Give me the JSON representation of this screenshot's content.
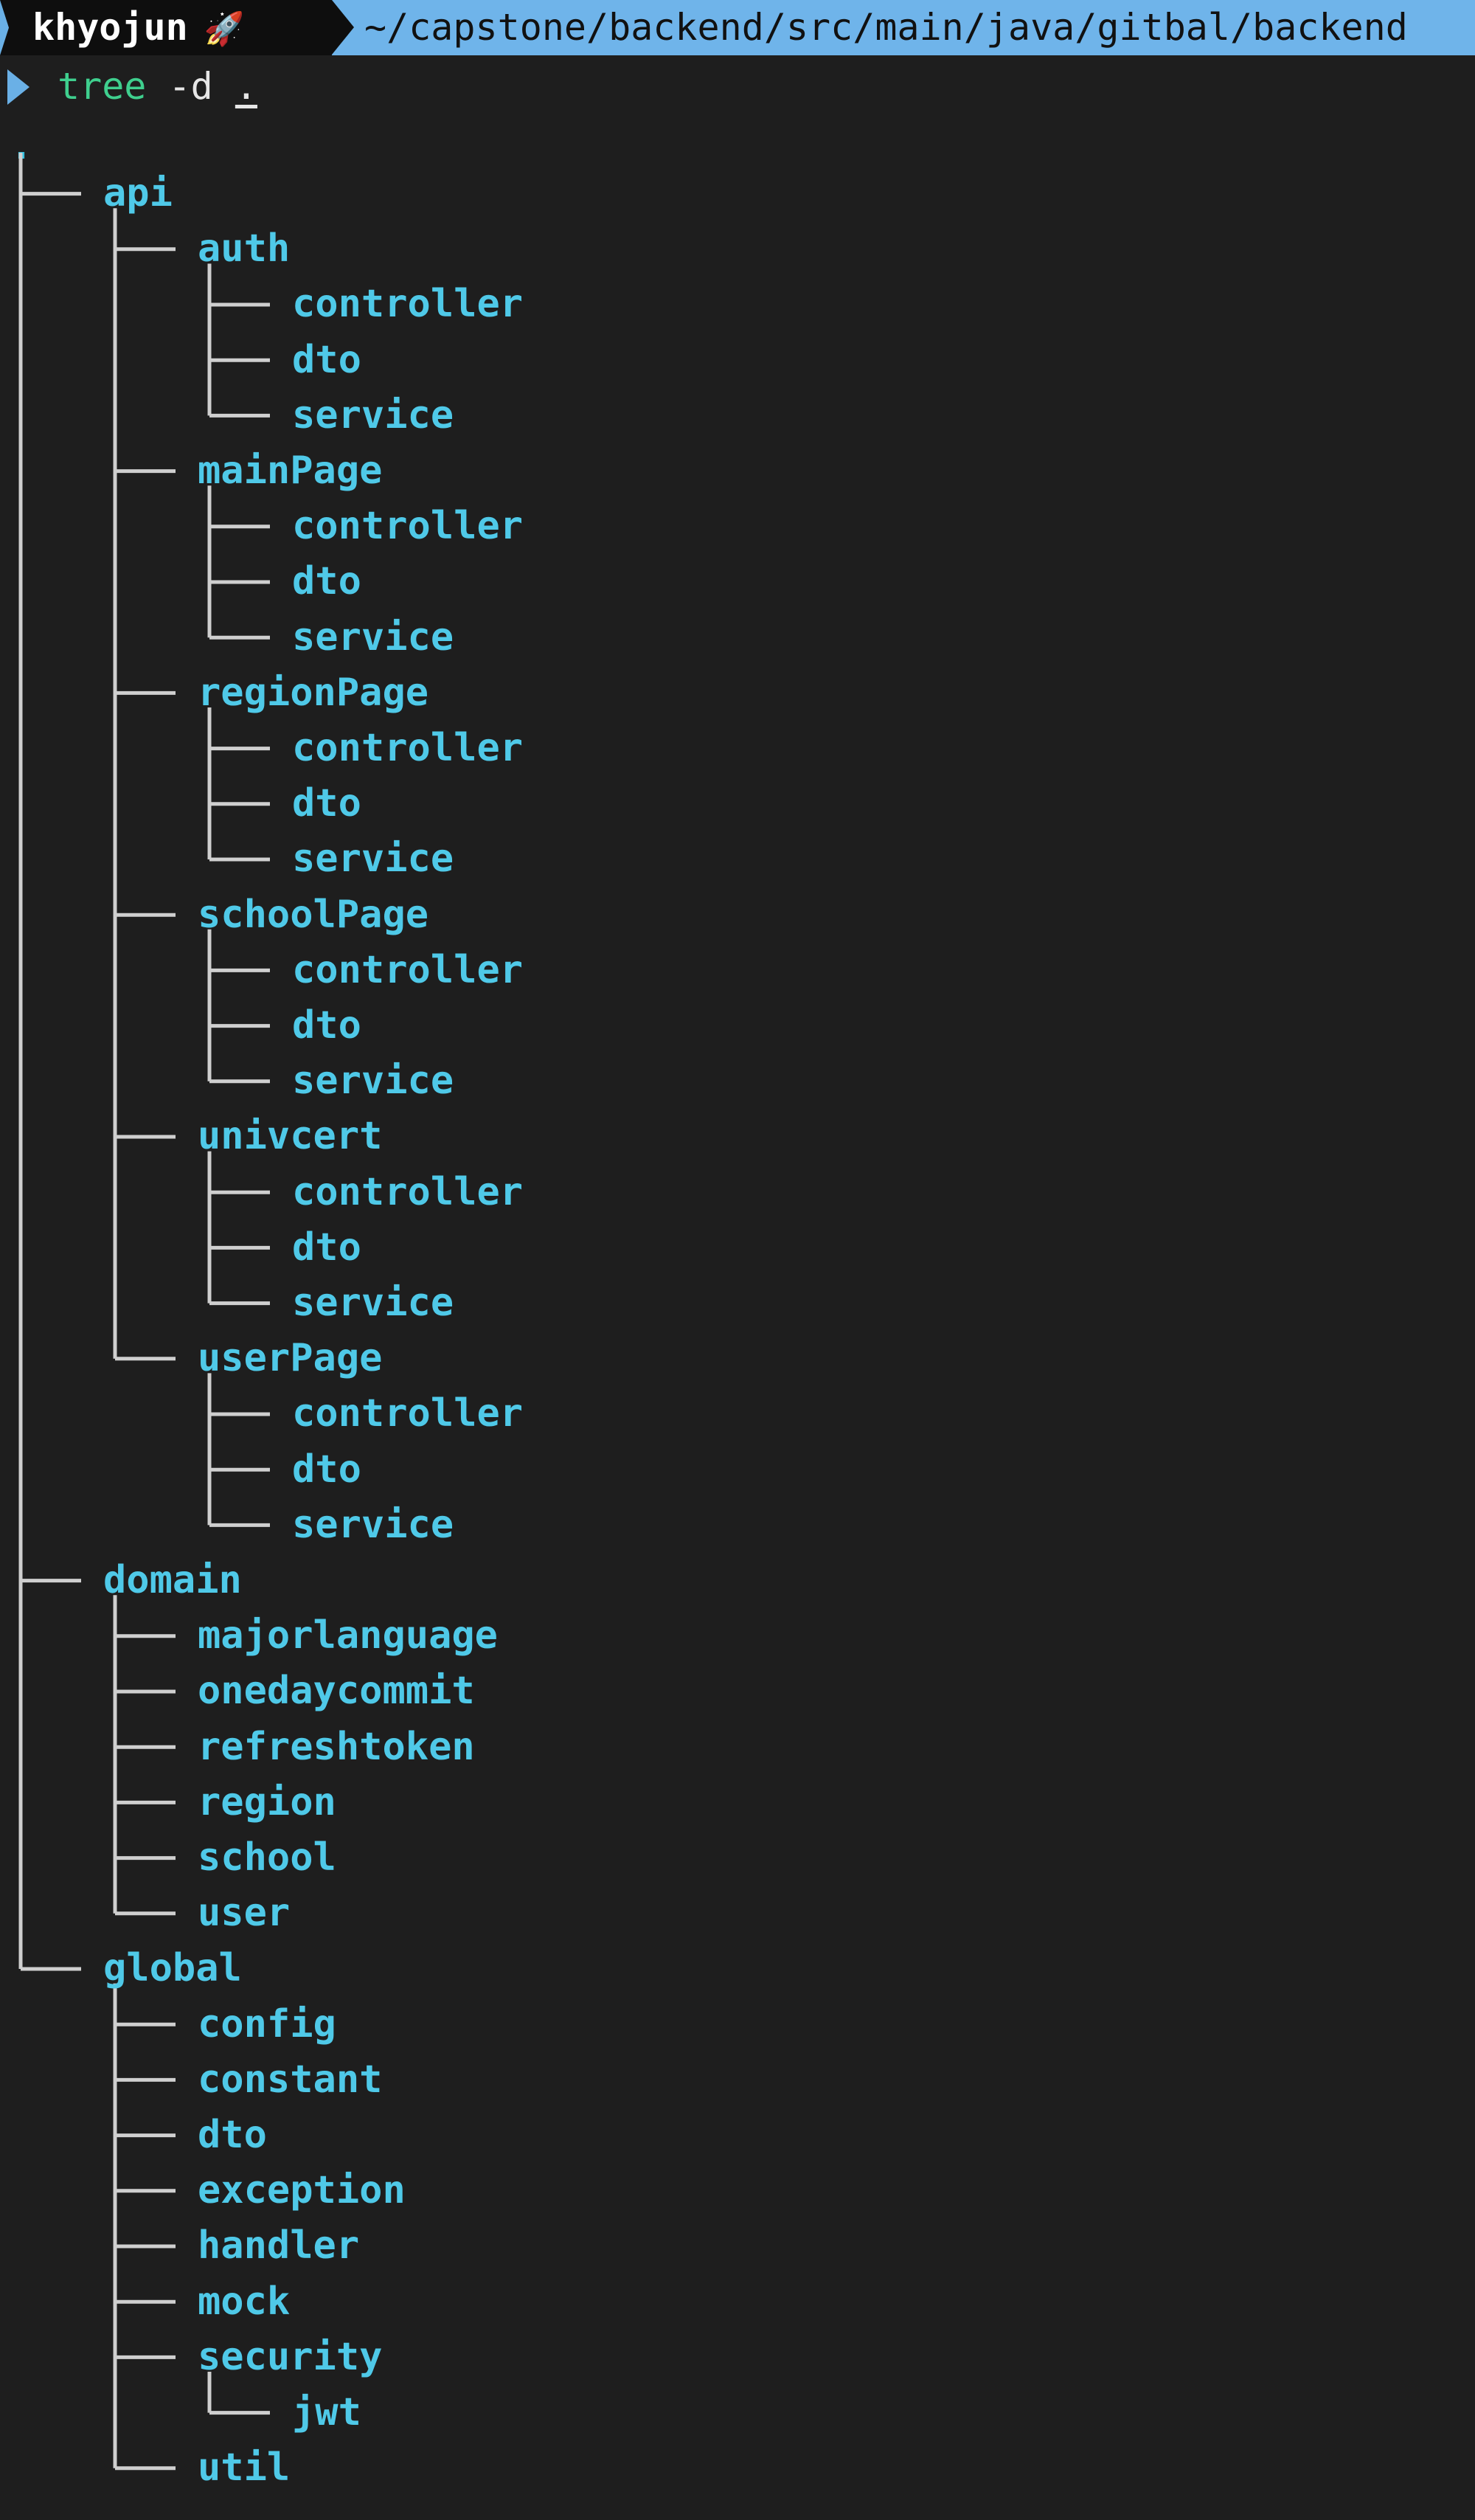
{
  "prompt": {
    "user": "khyojun",
    "user_icon": "rocket-icon",
    "path": "~/capstone/backend/src/main/java/gitbal/backend"
  },
  "command": {
    "name": "tree",
    "args": "-d",
    "target": "."
  },
  "root": ".",
  "tree": [
    {
      "name": "api",
      "children": [
        {
          "name": "auth",
          "children": [
            {
              "name": "controller"
            },
            {
              "name": "dto"
            },
            {
              "name": "service"
            }
          ]
        },
        {
          "name": "mainPage",
          "children": [
            {
              "name": "controller"
            },
            {
              "name": "dto"
            },
            {
              "name": "service"
            }
          ]
        },
        {
          "name": "regionPage",
          "children": [
            {
              "name": "controller"
            },
            {
              "name": "dto"
            },
            {
              "name": "service"
            }
          ]
        },
        {
          "name": "schoolPage",
          "children": [
            {
              "name": "controller"
            },
            {
              "name": "dto"
            },
            {
              "name": "service"
            }
          ]
        },
        {
          "name": "univcert",
          "children": [
            {
              "name": "controller"
            },
            {
              "name": "dto"
            },
            {
              "name": "service"
            }
          ]
        },
        {
          "name": "userPage",
          "children": [
            {
              "name": "controller"
            },
            {
              "name": "dto"
            },
            {
              "name": "service"
            }
          ]
        }
      ]
    },
    {
      "name": "domain",
      "children": [
        {
          "name": "majorlanguage"
        },
        {
          "name": "onedaycommit"
        },
        {
          "name": "refreshtoken"
        },
        {
          "name": "region"
        },
        {
          "name": "school"
        },
        {
          "name": "user"
        }
      ]
    },
    {
      "name": "global",
      "children": [
        {
          "name": "config"
        },
        {
          "name": "constant"
        },
        {
          "name": "dto"
        },
        {
          "name": "exception"
        },
        {
          "name": "handler"
        },
        {
          "name": "mock"
        },
        {
          "name": "security",
          "children": [
            {
              "name": "jwt"
            }
          ]
        },
        {
          "name": "util"
        }
      ]
    }
  ],
  "colors": {
    "background": "#1e1e1e",
    "directory": "#4fc9e8",
    "tree_lines": "#cfcfcf",
    "prompt_user_bg": "#0e0e0e",
    "prompt_path_bg": "#6fb4ea",
    "command": "#3fcf8e"
  }
}
